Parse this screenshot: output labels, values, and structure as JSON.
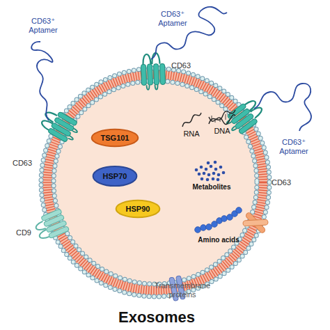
{
  "diagram": {
    "title": "Exosomes",
    "nodes": [
      {
        "text": [
          "TSG101"
        ]
      },
      {
        "text": [
          "HSP70"
        ]
      },
      {
        "text": [
          "HSP90"
        ]
      }
    ],
    "labels": [
      "CD63⁺ Aptamer",
      "CD63⁺ Aptamer",
      "CD63",
      "CD63⁺ Aptamer",
      "CD63",
      "CD63",
      "CD9",
      "RNA",
      "DNA",
      "Metabolites",
      "Amino acids",
      "Transmembrane proteins"
    ]
  }
}
